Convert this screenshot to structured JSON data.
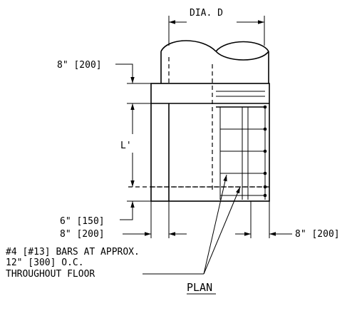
{
  "labels": {
    "dia": "DIA. D",
    "top_dim": "8\" [200]",
    "length": "L'",
    "dim_6": "6\" [150]",
    "dim_8_left": "8\" [200]",
    "dim_8_right": "8\" [200]",
    "note_line1": "#4 [#13] BARS AT APPROX.",
    "note_line2": "12\" [300] O.C.",
    "note_line3": "THROUGHOUT FLOOR",
    "title": "PLAN"
  }
}
